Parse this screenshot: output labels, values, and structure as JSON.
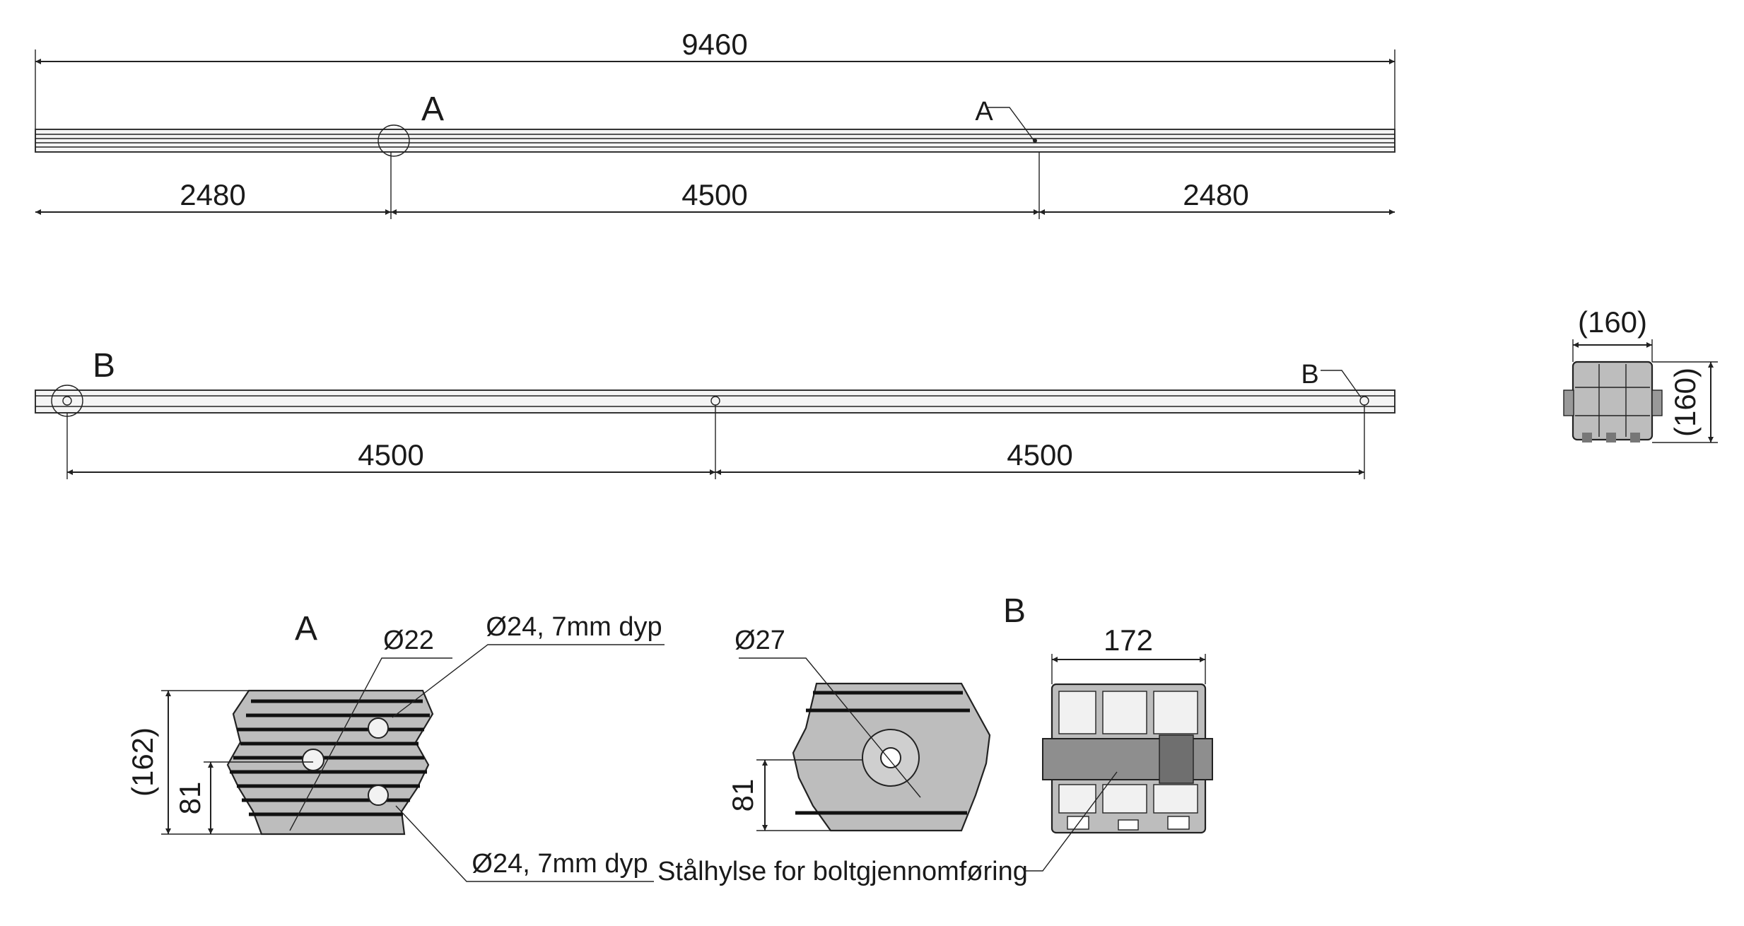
{
  "top_view": {
    "overall": "9460",
    "left": "2480",
    "middle": "4500",
    "right": "2480",
    "detail_label": "A",
    "leader_label": "A"
  },
  "middle_view": {
    "left": "4500",
    "right": "4500",
    "detail_label": "B",
    "leader_label": "B"
  },
  "end_view": {
    "width": "(160)",
    "height": "(160)"
  },
  "detail_a": {
    "title": "A",
    "hole_center": "Ø22",
    "hole_top": "Ø24, 7mm dyp",
    "hole_bottom": "Ø24, 7mm dyp",
    "height_total": "(162)",
    "height_half": "81"
  },
  "detail_b": {
    "title": "B",
    "hole": "Ø27",
    "height_half": "81",
    "section_width": "172",
    "sleeve_note": "Stålhylse for boltgjennomføring"
  }
}
